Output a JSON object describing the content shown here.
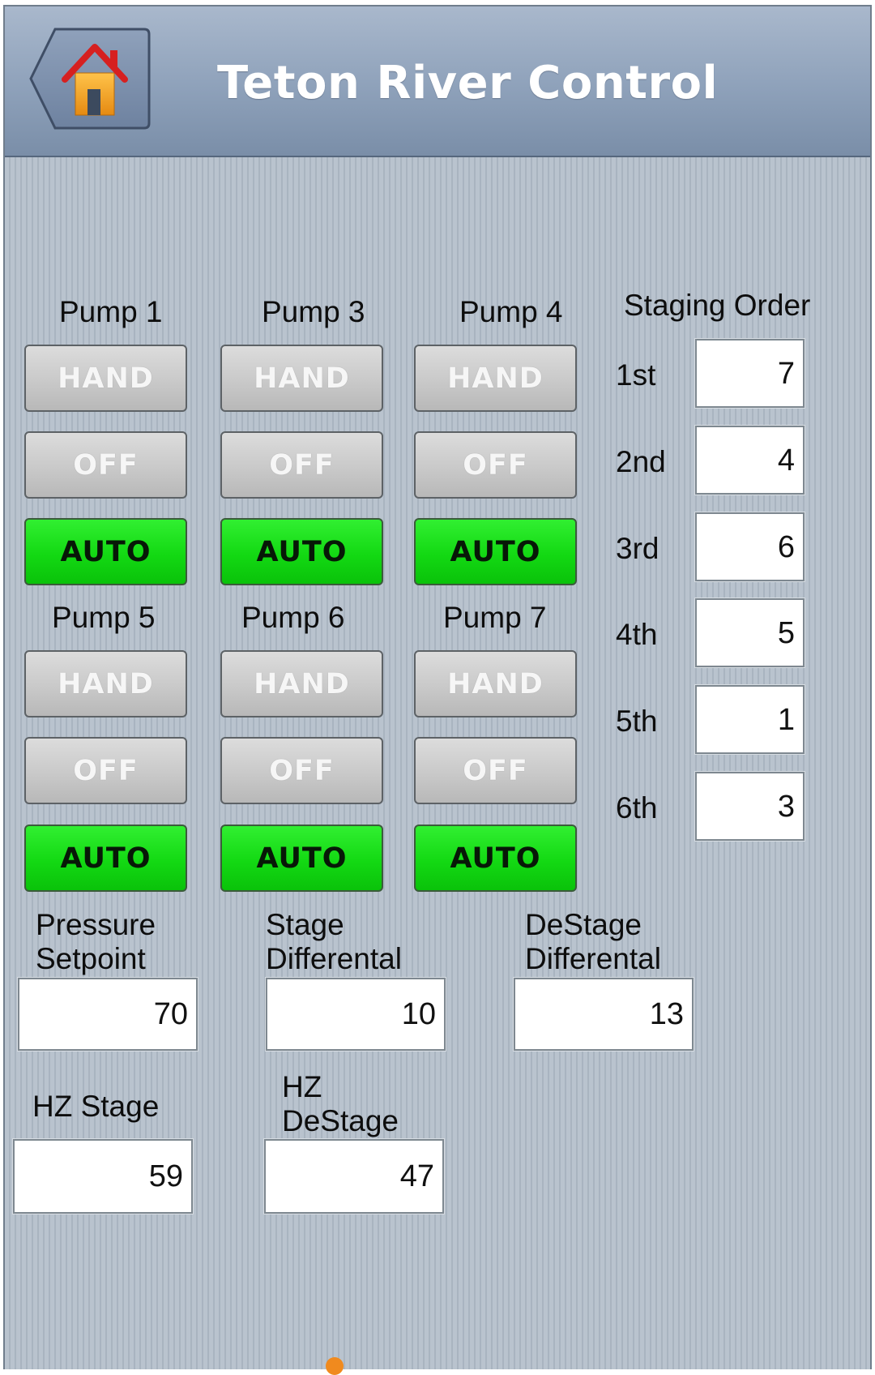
{
  "header": {
    "title": "Teton River Control",
    "home_icon": "home-icon"
  },
  "pumps_row1": [
    {
      "name": "Pump 1",
      "hand": "HAND",
      "off": "OFF",
      "auto": "AUTO"
    },
    {
      "name": "Pump 3",
      "hand": "HAND",
      "off": "OFF",
      "auto": "AUTO"
    },
    {
      "name": "Pump 4",
      "hand": "HAND",
      "off": "OFF",
      "auto": "AUTO"
    }
  ],
  "pumps_row2": [
    {
      "name": "Pump 5",
      "hand": "HAND",
      "off": "OFF",
      "auto": "AUTO"
    },
    {
      "name": "Pump 6",
      "hand": "HAND",
      "off": "OFF",
      "auto": "AUTO"
    },
    {
      "name": "Pump 7",
      "hand": "HAND",
      "off": "OFF",
      "auto": "AUTO"
    }
  ],
  "staging": {
    "title": "Staging Order",
    "rows": [
      {
        "label": "1st",
        "value": "7"
      },
      {
        "label": "2nd",
        "value": "4"
      },
      {
        "label": "3rd",
        "value": "6"
      },
      {
        "label": "4th",
        "value": "5"
      },
      {
        "label": "5th",
        "value": "1"
      },
      {
        "label": "6th",
        "value": "3"
      }
    ]
  },
  "setpoints": {
    "pressure": {
      "label1": "Pressure",
      "label2": "Setpoint",
      "value": "70"
    },
    "stage": {
      "label1": "Stage",
      "label2": "Differental",
      "value": "10"
    },
    "destage": {
      "label1": "DeStage",
      "label2": "Differental",
      "value": "13"
    },
    "hz_stage": {
      "label": "HZ Stage",
      "value": "59"
    },
    "hz_destage": {
      "label1": "HZ",
      "label2": "DeStage",
      "value": "47"
    }
  },
  "colors": {
    "auto_active": "#13d913",
    "button_inactive": "#c9c9c9",
    "header": "#8ea1ba",
    "background": "#b6c0cb"
  }
}
